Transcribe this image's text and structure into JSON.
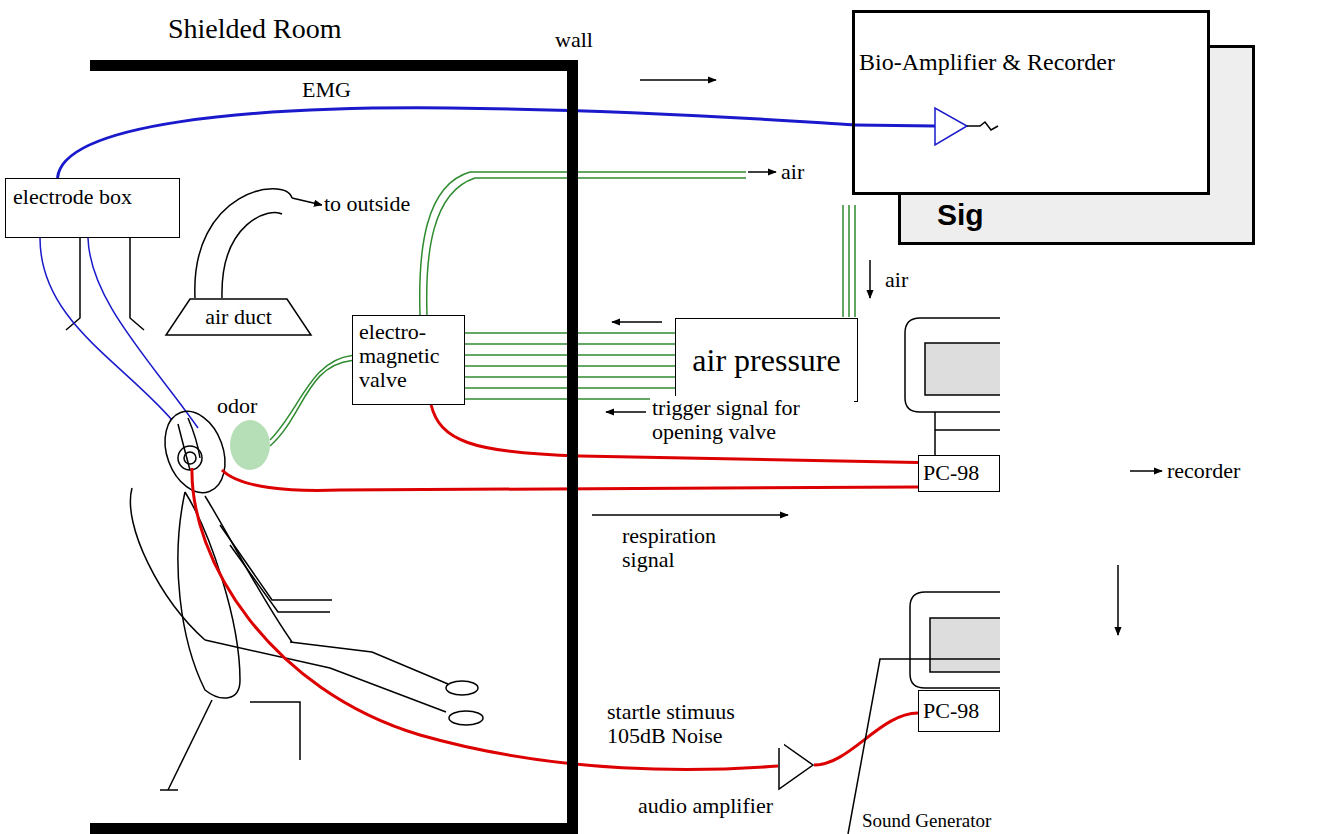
{
  "diagram": {
    "nodes": [
      {
        "text": [
          "Shielded Room"
        ]
      },
      {
        "text": [
          "electrode box"
        ],
        "in": 0
      },
      {
        "text": [
          "air duct"
        ],
        "in": 0
      },
      {
        "text": [
          "electro- magnetic valve"
        ],
        "in": 0
      },
      {
        "text": [
          "odor"
        ],
        "in": 0
      },
      {
        "text": [
          "Sig"
        ]
      },
      {
        "text": [
          "Bio-Amplifier & Recorder"
        ]
      },
      {
        "text": [
          "air pressure"
        ]
      },
      {
        "text": [
          "PC-98"
        ]
      },
      {
        "text": [
          "Sound Generator"
        ]
      },
      {
        "text": [
          "PC-98"
        ],
        "in": 9
      },
      {
        "text": [
          "audio amplifier"
        ]
      }
    ],
    "edges": [
      {
        "from": 1,
        "to": 6,
        "arrow": "none",
        "label": "EMG"
      },
      {
        "from": 7,
        "to": 3,
        "arrow": "none"
      },
      {
        "from": 3,
        "to": 4,
        "arrow": "none"
      },
      {
        "from": 8,
        "to": 3,
        "arrow": "none",
        "label": "trigger signal for opening valve"
      },
      {
        "from": 10,
        "to": 11,
        "arrow": "none"
      }
    ],
    "labels": [
      "wall",
      "to outside",
      "air",
      "air",
      "respiration signal",
      "startle stimuus 105dB Noise",
      "recorder"
    ]
  }
}
